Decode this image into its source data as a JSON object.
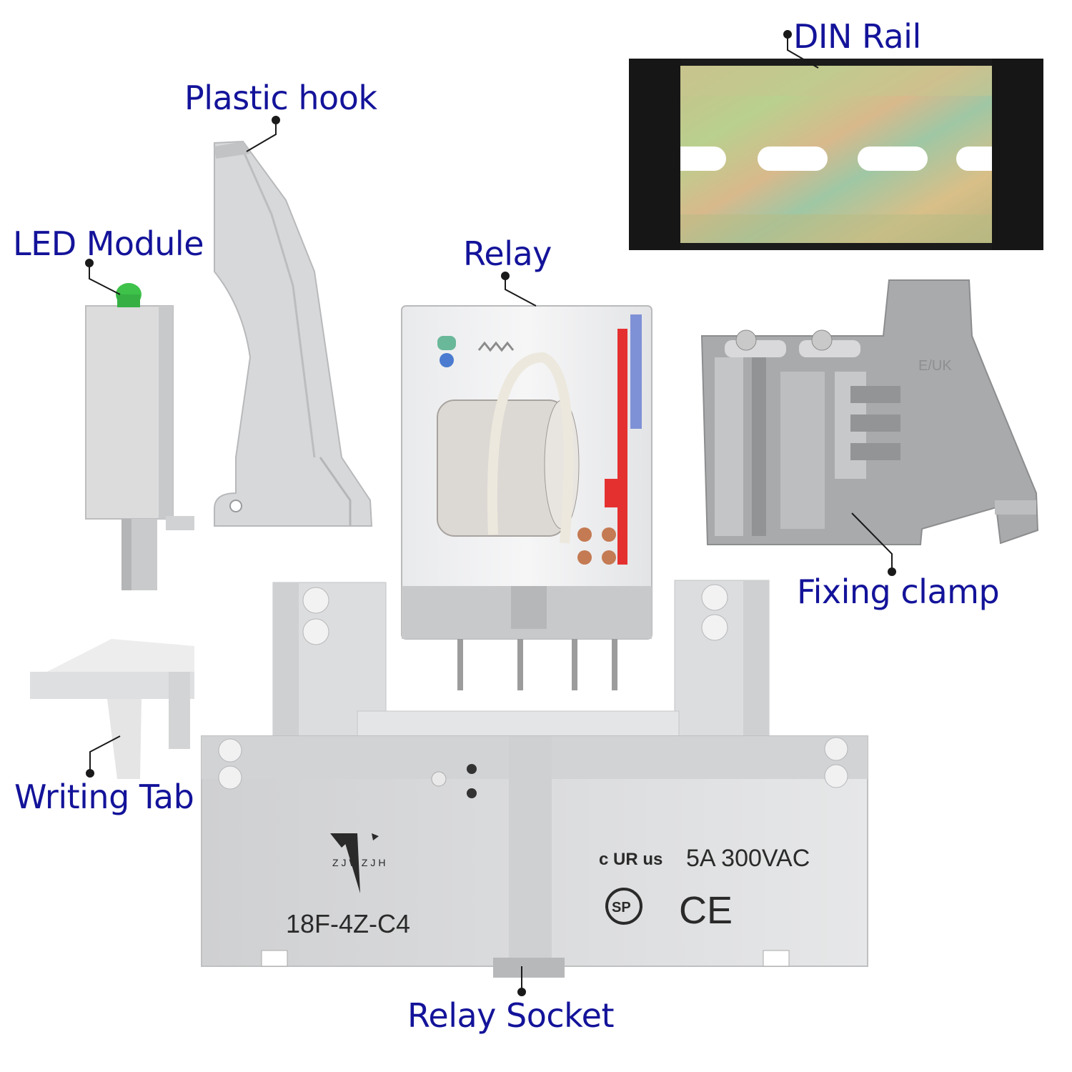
{
  "labels": {
    "din_rail": "DIN Rail",
    "plastic_hook": "Plastic hook",
    "led_module": "LED Module",
    "relay": "Relay",
    "fixing_clamp": "Fixing clamp",
    "writing_tab": "Writing Tab",
    "relay_socket": "Relay Socket"
  },
  "socket_print": {
    "brand": "ZJWZJH",
    "model": "18F-4Z-C4",
    "rating": "5A 300VAC",
    "ul_mark": "c UR us",
    "csa_mark": "SP",
    "ce_mark": "CE"
  },
  "clamp_print": "E/UK",
  "colors": {
    "label_text": "#13139a",
    "leader_line": "#1a1a1a",
    "plastic_grey": "#d9dadb",
    "clamp_grey": "#a7a8aa",
    "led_green": "#3ec24a",
    "rail_black": "#1b1b1b",
    "relay_red": "#e53030"
  }
}
